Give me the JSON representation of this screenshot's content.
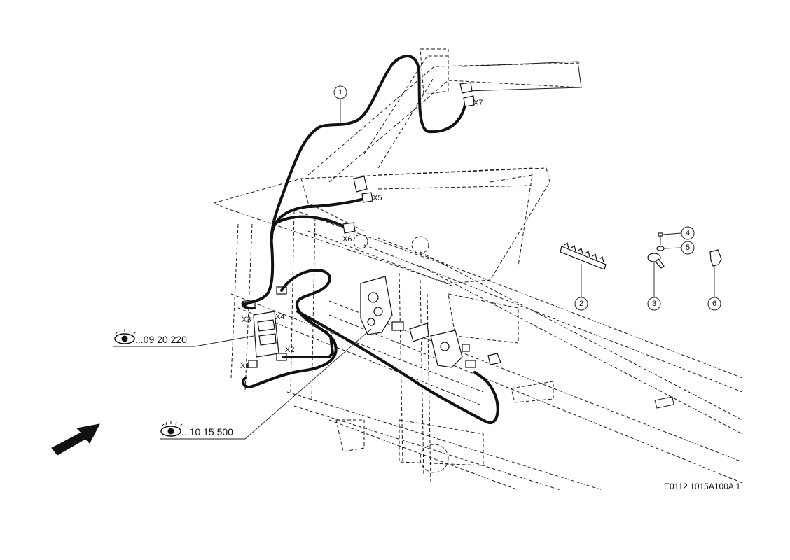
{
  "callouts": [
    {
      "id": "1",
      "label": "1"
    },
    {
      "id": "2",
      "label": "2"
    },
    {
      "id": "3",
      "label": "3"
    },
    {
      "id": "4",
      "label": "4"
    },
    {
      "id": "5",
      "label": "5"
    },
    {
      "id": "6",
      "label": "6"
    }
  ],
  "connectors": {
    "x1": "X1",
    "x2": "X2",
    "x3": "X3",
    "x4": "X4",
    "x5": "X5",
    "x6": "X6",
    "x7": "X7"
  },
  "references": {
    "ref_a": "...09 20 220",
    "ref_b": "...10 15 500"
  },
  "drawing_code": "E0112 1015A100A 1",
  "icons": [
    "eye-icon",
    "direction-arrow-icon"
  ],
  "colors": {
    "line": "#111111",
    "background": "#ffffff"
  }
}
